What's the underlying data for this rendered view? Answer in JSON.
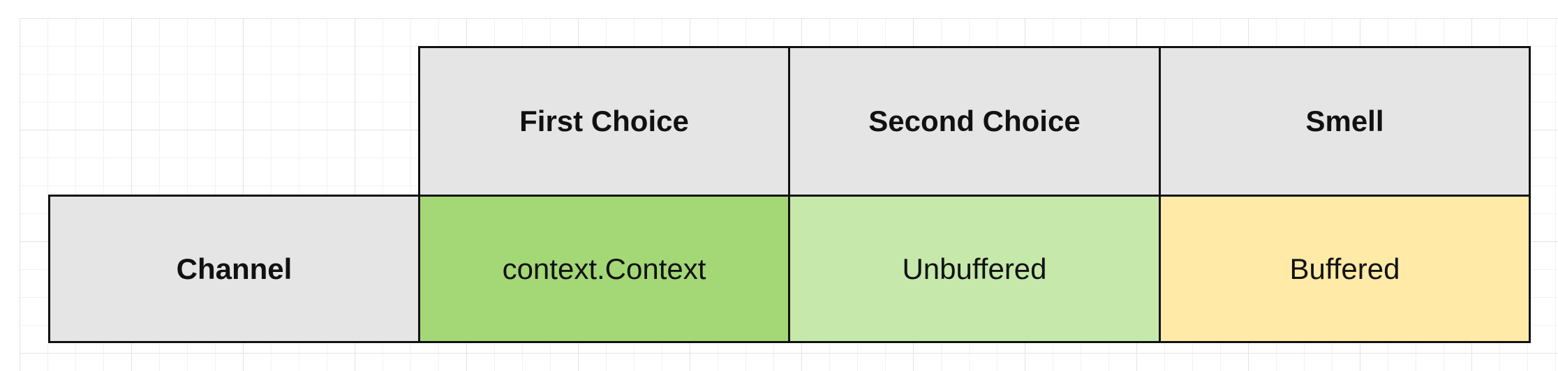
{
  "table": {
    "column_headers": [
      "First Choice",
      "Second Choice",
      "Smell"
    ],
    "row": {
      "label": "Channel",
      "cells": [
        {
          "text": "context.Context",
          "color": "#a4d877"
        },
        {
          "text": "Unbuffered",
          "color": "#c6e8ab"
        },
        {
          "text": "Buffered",
          "color": "#ffeaa7"
        }
      ]
    }
  },
  "colors": {
    "header_fill": "#e5e5e5",
    "border": "#111111"
  }
}
